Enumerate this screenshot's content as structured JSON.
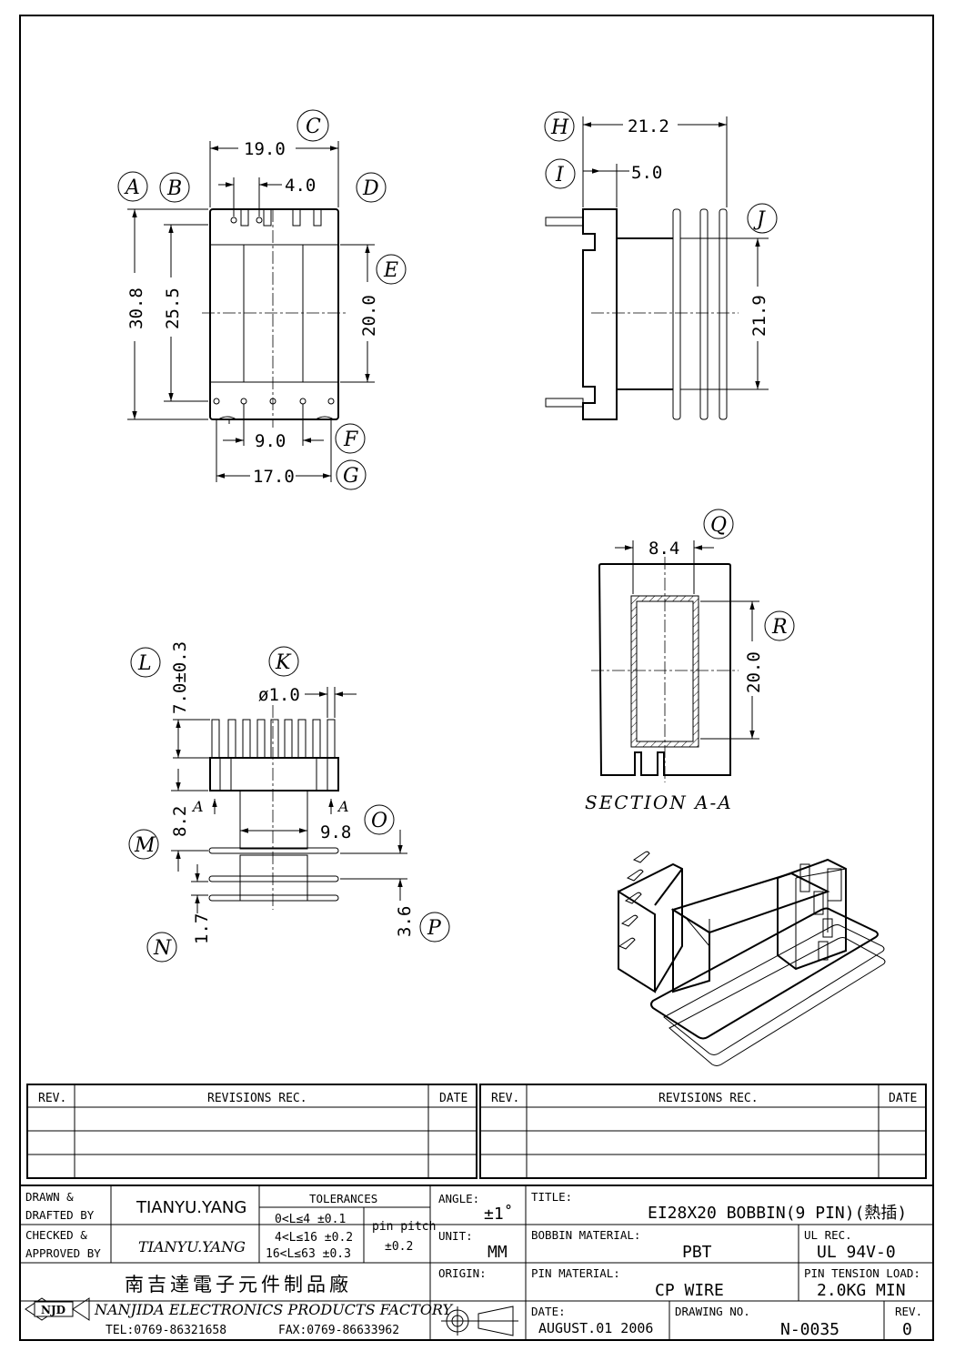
{
  "views": {
    "top": {
      "C": "C",
      "A": "A",
      "B": "B",
      "D": "D",
      "E": "E",
      "F": "F",
      "G": "G",
      "dim_c": "19.0",
      "dim_d": "4.0",
      "dim_a": "30.8",
      "dim_b": "25.5",
      "dim_e": "20.0",
      "dim_f": "9.0",
      "dim_g": "17.0"
    },
    "side": {
      "H": "H",
      "I": "I",
      "J": "J",
      "dim_h": "21.2",
      "dim_i": "5.0",
      "dim_j": "21.9"
    },
    "front": {
      "L": "L",
      "K": "K",
      "M": "M",
      "N": "N",
      "O": "O",
      "P": "P",
      "dim_l": "7.0±0.3",
      "dim_k": "ø1.0",
      "dim_m": "8.2",
      "dim_o": "9.8",
      "dim_n": "1.7",
      "dim_p": "3.6",
      "section_mark": "A"
    },
    "section": {
      "Q": "Q",
      "R": "R",
      "dim_q": "8.4",
      "dim_r": "20.0",
      "caption": "SECTION A-A"
    }
  },
  "revisions": {
    "headers": [
      "REV.",
      "REVISIONS    REC.",
      "DATE",
      "REV.",
      "REVISIONS    REC.",
      "DATE"
    ]
  },
  "title_block": {
    "drawn_label": [
      "DRAWN &",
      "DRAFTED BY"
    ],
    "drawn_value": "TIANYU.YANG",
    "checked_label": [
      "CHECKED &",
      "APPROVED BY"
    ],
    "checked_value": "TIANYU.YANG",
    "tolerances_label": "TOLERANCES",
    "tolerances": [
      "0<L≤4    ±0.1",
      "4<L≤16  ±0.2",
      "16<L≤63  ±0.3"
    ],
    "pin_pitch_label": "pin  pitch",
    "pin_pitch_value": "±0.2",
    "angle_label": "ANGLE:",
    "angle_value": "±1˚",
    "unit_label": "UNIT:",
    "unit_value": "MM",
    "origin_label": "ORIGIN:",
    "title_label": "TITLE:",
    "title_value": "EI28X20  BOBBIN(9  PIN)(熱插)",
    "bobbin_material_label": "BOBBIN  MATERIAL:",
    "bobbin_material_value": "PBT",
    "ul_rec_label": "UL  REC.",
    "ul_rec_value": "UL  94V-0",
    "pin_material_label": "PIN  MATERIAL:",
    "pin_material_value": "CP  WIRE",
    "pin_tension_label": "PIN  TENSION  LOAD:",
    "pin_tension_value": "2.0KG    MIN",
    "date_label": "DATE:",
    "date_value": "AUGUST.01  2006",
    "drawing_no_label": "DRAWING  NO.",
    "drawing_no_value": "N-0035",
    "rev_label": "REV.",
    "rev_value": "0",
    "company_cn": "南吉達電子元件制品廠",
    "company_en": "NANJIDA  ELECTRONICS  PRODUCTS  FACTORY",
    "logo_text": "NJD",
    "tel": "TEL:0769-86321658",
    "fax": "FAX:0769-86633962"
  }
}
